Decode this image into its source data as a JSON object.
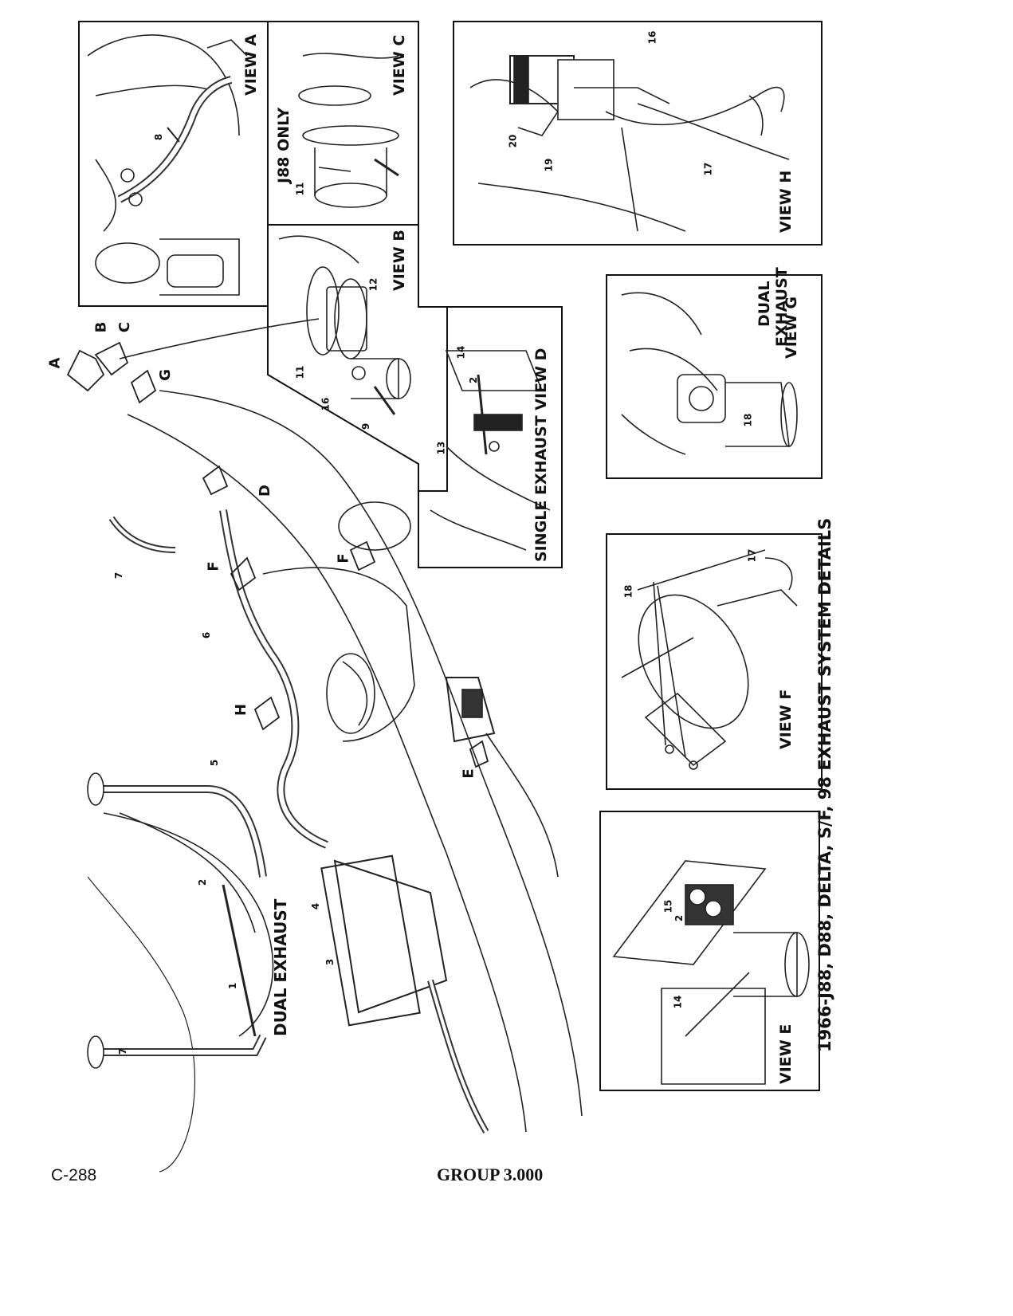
{
  "title": "1966-J88, D88, DELTA, S/F, 98 EXHAUST SYSTEM DETAILS",
  "footer": {
    "page_number": "C-288",
    "group": "GROUP 3.000"
  },
  "views": {
    "a": "VIEW A",
    "b": "VIEW B",
    "c": "VIEW C",
    "c_note": "J88 ONLY",
    "d": "SINGLE EXHAUST VIEW D",
    "e": "VIEW E",
    "f": "VIEW F",
    "g": "VIEW G",
    "g_note_1": "DUAL",
    "g_note_2": "EXHAUST",
    "h": "VIEW H",
    "main": "DUAL EXHAUST"
  },
  "arrow_letters": [
    "A",
    "B",
    "C",
    "G",
    "D",
    "F",
    "F",
    "H",
    "E"
  ],
  "callouts": [
    "1",
    "2",
    "3",
    "4",
    "5",
    "6",
    "7",
    "7",
    "8",
    "9",
    "11",
    "11",
    "12",
    "13",
    "14",
    "14",
    "15",
    "16",
    "16",
    "17",
    "17",
    "18",
    "18",
    "19",
    "20",
    "2",
    "2"
  ]
}
